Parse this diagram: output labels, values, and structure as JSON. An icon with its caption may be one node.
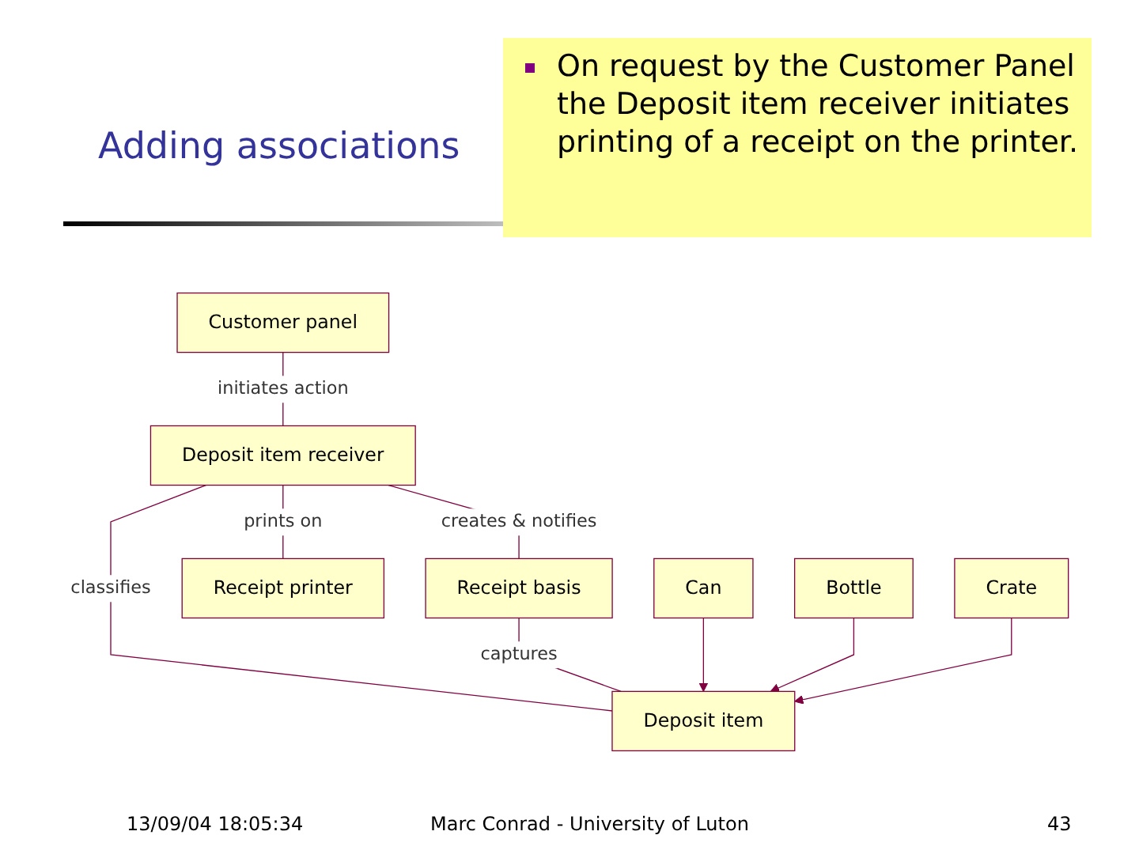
{
  "diagram": {
    "title": "Adding associations",
    "nodes": [
      {
        "text": [
          "Customer panel"
        ]
      },
      {
        "text": [
          "Deposit item receiver"
        ]
      },
      {
        "text": [
          "Receipt basis"
        ]
      },
      {
        "text": [
          "Deposit item"
        ]
      },
      {
        "text": [
          "Receipt printer"
        ]
      },
      {
        "text": [
          "Can"
        ]
      },
      {
        "text": [
          "Bottle"
        ]
      },
      {
        "text": [
          "Crate"
        ]
      }
    ],
    "edges": [
      {
        "from": 0,
        "to": 1,
        "arrow": "none",
        "label": "initiates action"
      },
      {
        "from": 1,
        "to": 2,
        "arrow": "none",
        "label": "creates & notifies"
      },
      {
        "from": 1,
        "to": 3,
        "arrow": "none",
        "label": "classifies"
      },
      {
        "from": 2,
        "to": 3,
        "arrow": "none",
        "label": "captures"
      },
      {
        "from": 1,
        "to": 4,
        "arrow": "none",
        "label": "prints on"
      },
      {
        "from": 5,
        "to": 3,
        "arrow": "to"
      },
      {
        "from": 6,
        "to": 3,
        "arrow": "to"
      },
      {
        "from": 7,
        "to": 3,
        "arrow": "to"
      }
    ],
    "labels": [
      "On request by the Customer Panel the Deposit item receiver initiates printing of a receipt on the printer.",
      "13/09/04 18:05:34",
      "Marc Conrad - University of Luton",
      "43"
    ]
  }
}
